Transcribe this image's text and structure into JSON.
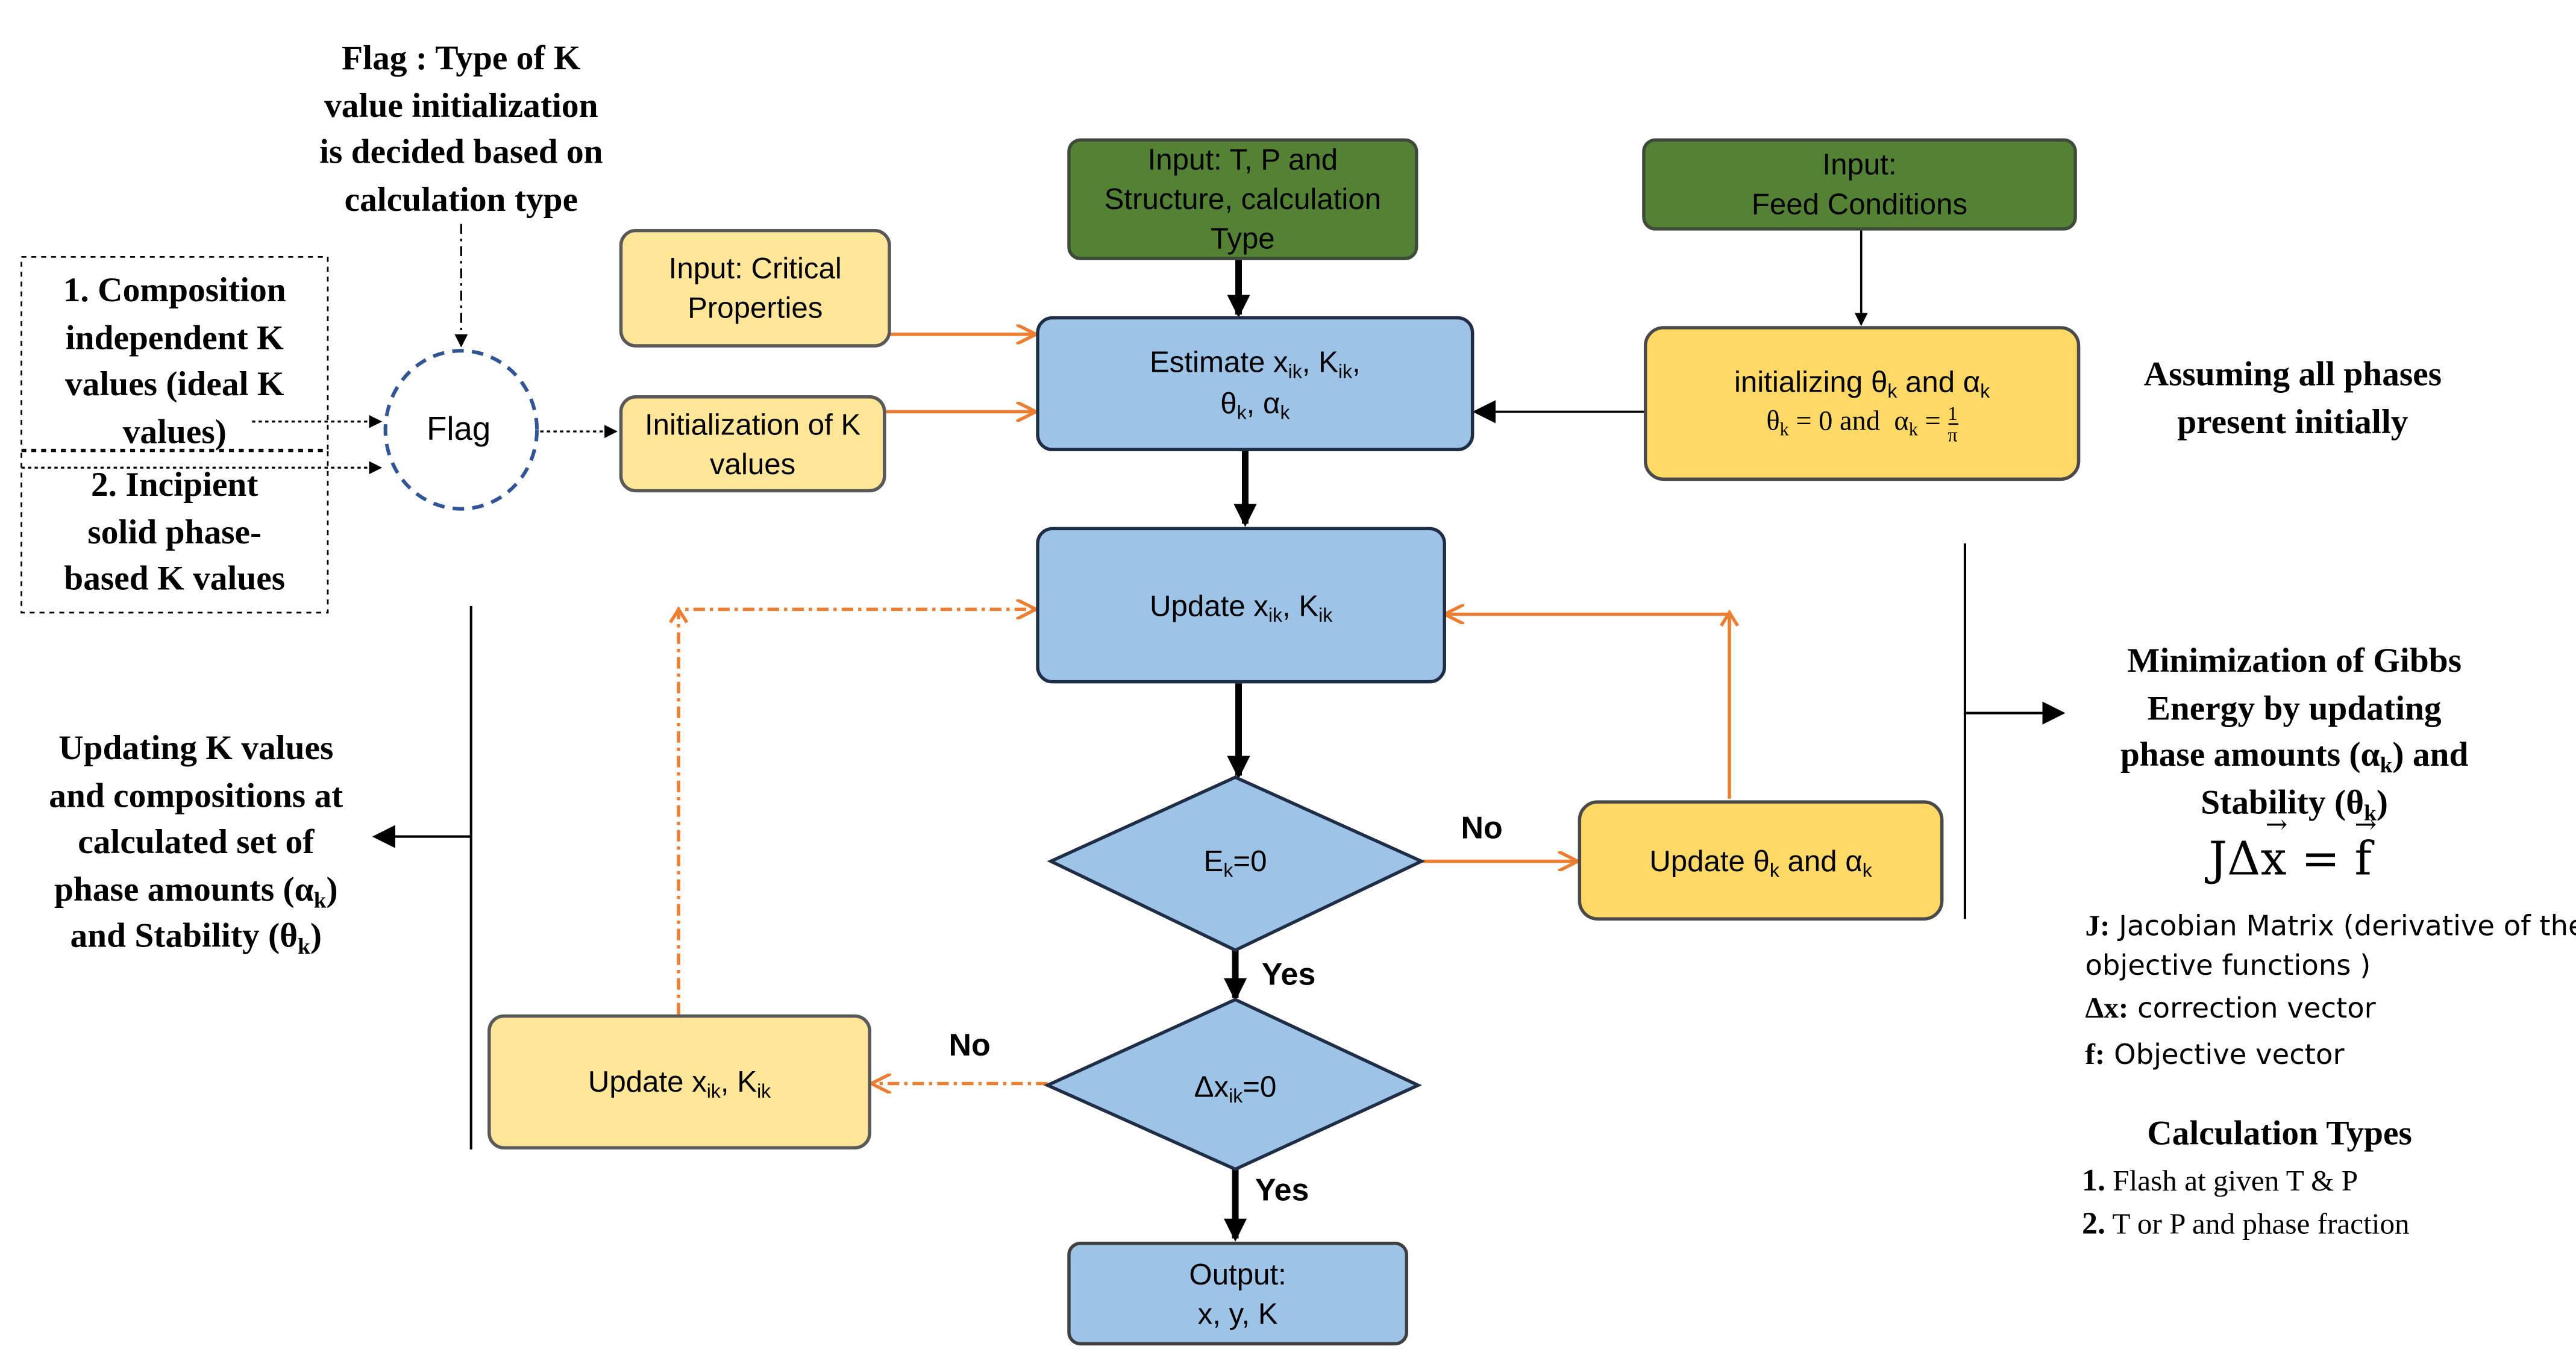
{
  "nodes": {
    "input_tp": "Input: T, P and Structure, calculation Type",
    "input_feed_title": "Input:",
    "input_feed_body": "Feed Conditions",
    "input_critical": "Input: Critical Properties",
    "init_k": "Initialization of K values",
    "estimate_prefix": "Estimate ",
    "initializing_line1": "initializing θk and αk",
    "initializing_line2": "θk = 0 and αk = 1/π",
    "update_main": "Update xik, Kik",
    "ek_decision": "Ek=0",
    "update_theta_alpha": "Update θk and αk",
    "dx_decision": "Δxik=0",
    "update_left": "Update xik, Kik",
    "output_title": "Output:",
    "output_body": "x, y, K",
    "flag": "Flag"
  },
  "edge_labels": {
    "no_1": "No",
    "yes_1": "Yes",
    "no_2": "No",
    "yes_2": "Yes"
  },
  "annotations": {
    "flag_note": [
      "Flag : Type of K",
      "value initialization",
      "is decided based on",
      "calculation type"
    ],
    "option_1": [
      "1. Composition",
      "independent K",
      "values (ideal K",
      "values)"
    ],
    "option_2": [
      "2. Incipient",
      "solid phase-",
      "based K values"
    ],
    "assuming": [
      "Assuming all phases",
      "present initially"
    ],
    "updating_k": [
      "Updating K values",
      "and compositions at",
      "calculated set of",
      "phase amounts (αk)",
      "and Stability (θk)"
    ],
    "minimization": [
      "Minimization of Gibbs",
      "Energy by updating",
      "phase amounts (αk) and",
      "Stability (θk)"
    ],
    "equation": "JΔx = f"
  },
  "legend": {
    "j_key": "J:",
    "j_text": "Jacobian Matrix (derivative of the",
    "j_text2": "objective functions )",
    "dx_key": "Δx:",
    "dx_text": "correction vector",
    "f_key": "f:",
    "f_text": "Objective vector"
  },
  "calculation_types": {
    "title": "Calculation Types",
    "items": [
      {
        "num": "1.",
        "text": "Flash at given T & P"
      },
      {
        "num": "2.",
        "text": "T or P and phase fraction"
      }
    ]
  },
  "colors": {
    "green_input": "#548235",
    "blue_process": "#9dc3e6",
    "yellow_update": "#ffd966",
    "light_yellow": "#ffe699",
    "orange_arrow": "#ed7d31",
    "flag_circle": "#2f5597"
  }
}
